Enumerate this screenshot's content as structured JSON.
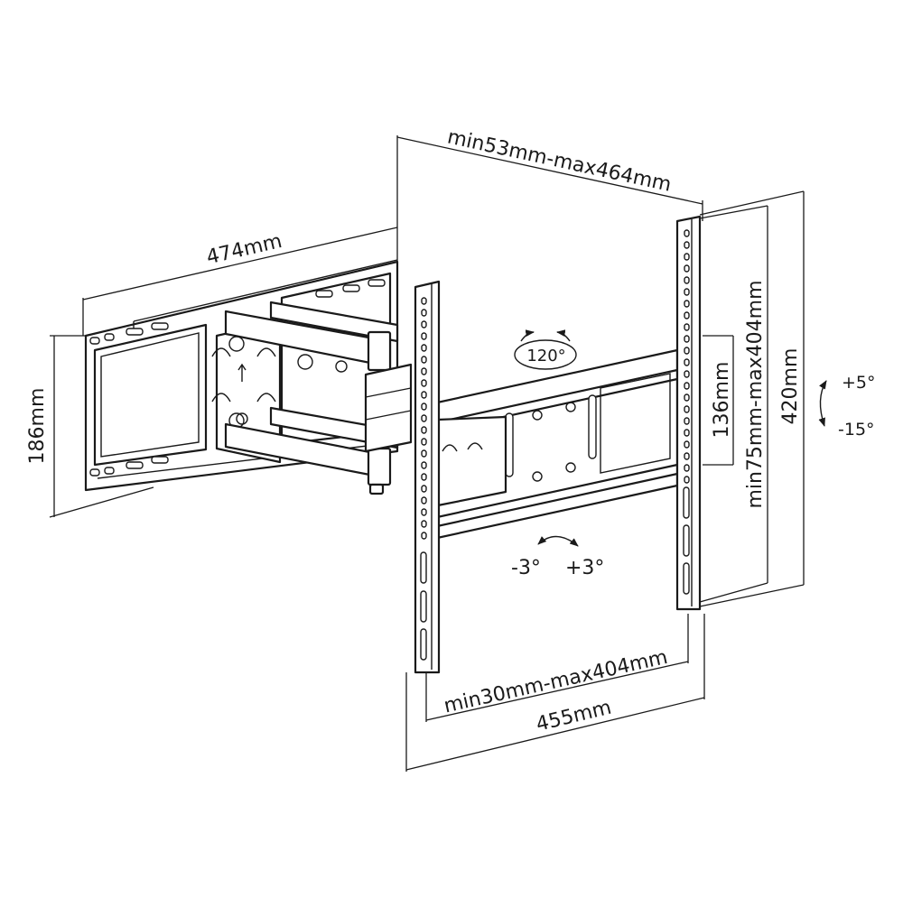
{
  "diagram": {
    "labels": {
      "arm_extension": "min53mm-max464mm",
      "wall_plate_width": "474mm",
      "wall_plate_height": "186mm",
      "swivel_angle": "120°",
      "rail_spacing_height": "136mm",
      "vesa_vertical": "min75mm-max404mm",
      "overall_height": "420mm",
      "tilt_up": "+5°",
      "tilt_down": "-15°",
      "rotate_left": "-3°",
      "rotate_right": "+3°",
      "vesa_horizontal": "min30mm-max404mm",
      "overall_width": "455mm"
    }
  }
}
